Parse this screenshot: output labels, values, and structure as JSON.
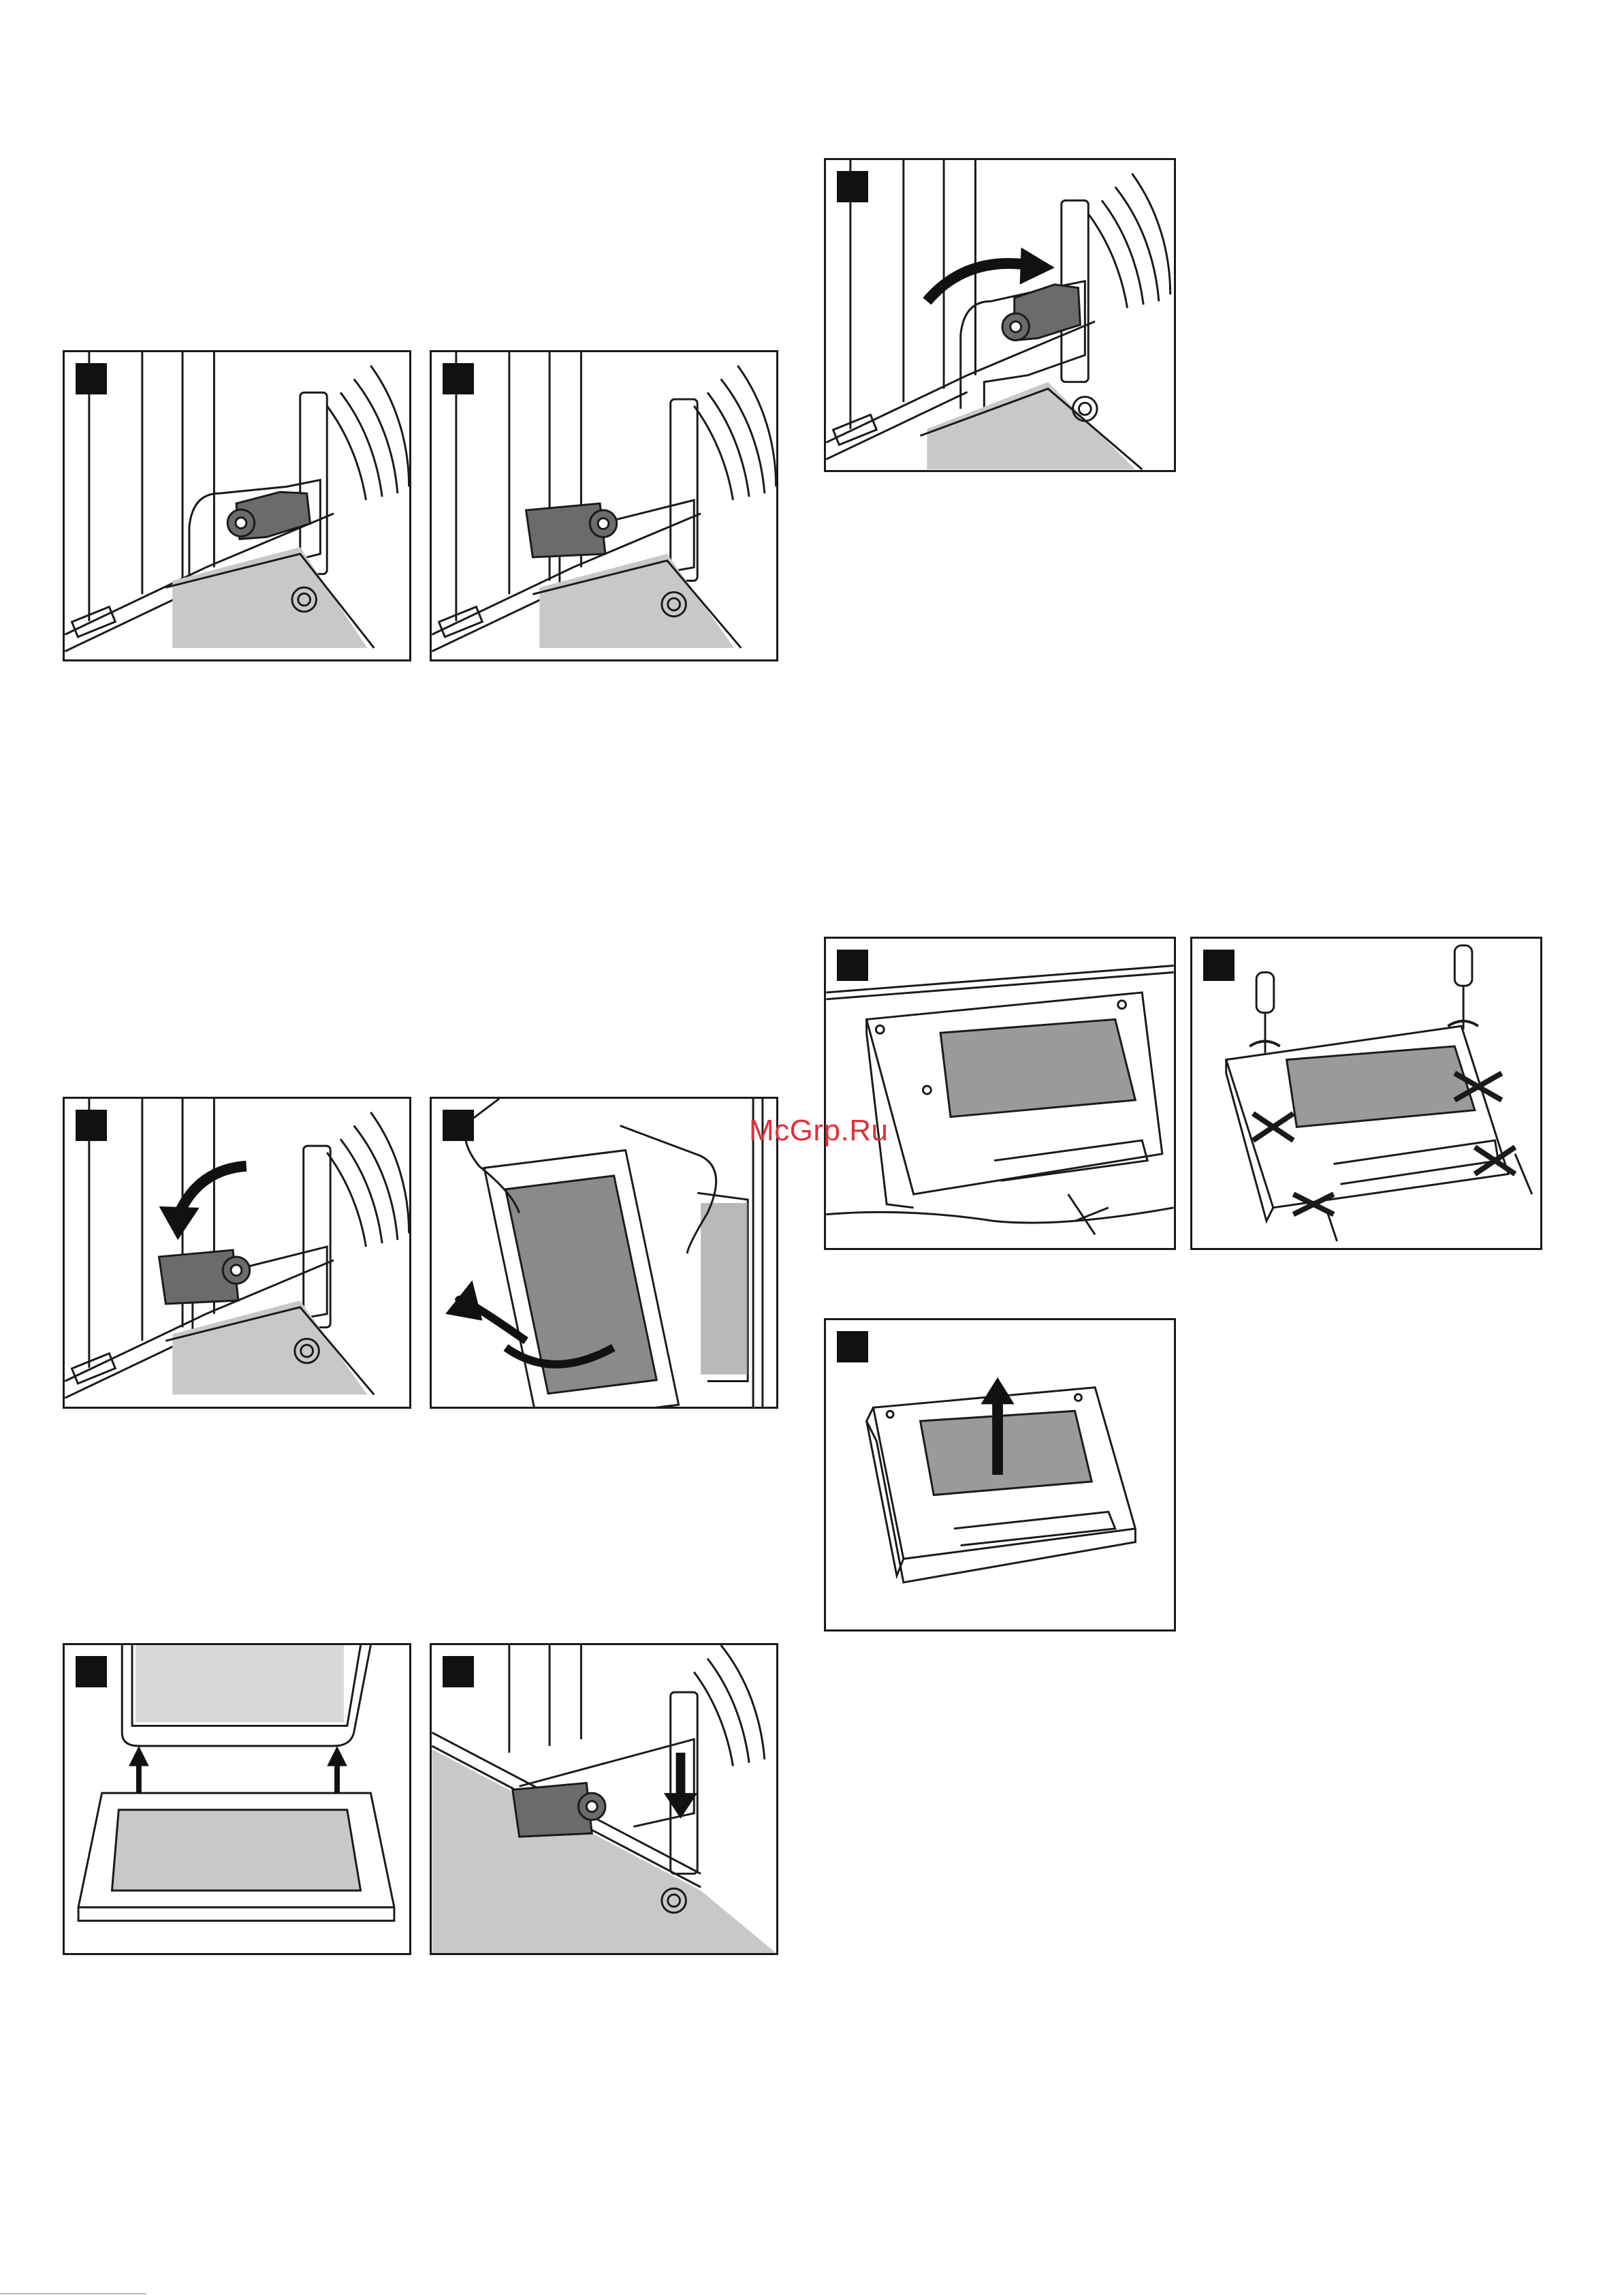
{
  "watermark": {
    "text": "McGrp.Ru"
  },
  "colors": {
    "outline": "#1a1a1a",
    "latch": "#6b6b6b",
    "floor": "#c8c8c8",
    "marker": "#111111"
  },
  "panels": [
    {
      "id": "p1",
      "icon": "hinge-latch-closed-icon"
    },
    {
      "id": "p2",
      "icon": "hinge-latch-open-icon"
    },
    {
      "id": "p3",
      "icon": "hinge-latch-rotate-up-icon"
    },
    {
      "id": "p4",
      "icon": "hinge-latch-fold-down-icon"
    },
    {
      "id": "p5",
      "icon": "remove-oven-door-icon"
    },
    {
      "id": "p6",
      "icon": "door-panel-icon"
    },
    {
      "id": "p7",
      "icon": "unscrew-door-panel-icon"
    },
    {
      "id": "p8",
      "icon": "reinsert-door-icon"
    },
    {
      "id": "p9",
      "icon": "hinge-latch-press-down-icon"
    },
    {
      "id": "p10",
      "icon": "lift-glass-pane-icon"
    }
  ]
}
